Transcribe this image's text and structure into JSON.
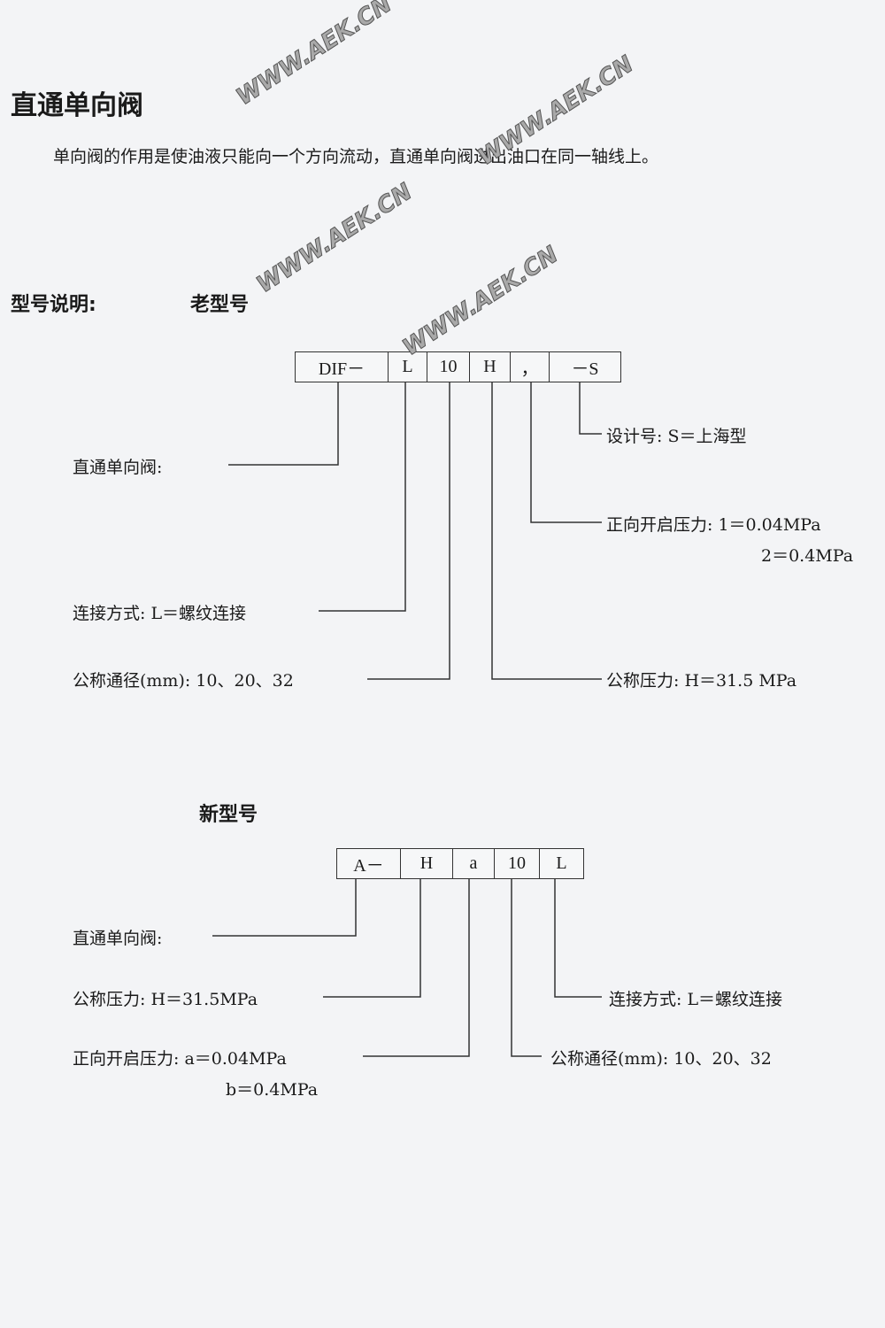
{
  "title": "直通单向阀",
  "intro": "单向阀的作用是使油液只能向一个方向流动，直通单向阀进出油口在同一轴线上。",
  "model_heading": "型号说明:",
  "old": {
    "heading": "老型号",
    "boxes": [
      "DIF－",
      "L",
      "10",
      "H",
      "，",
      "－S"
    ],
    "labels": {
      "valve": "直通单向阀:",
      "design": "设计号: S＝上海型",
      "crack1": "正向开启压力: 1＝0.04MPa",
      "crack2": "2＝0.4MPa",
      "connection": "连接方式: L＝螺纹连接",
      "diameter": "公称通径(mm): 10、20、32",
      "pressure": "公称压力: H＝31.5 MPa"
    }
  },
  "new": {
    "heading": "新型号",
    "boxes": [
      "A－",
      "H",
      "a",
      "10",
      "L"
    ],
    "labels": {
      "valve": "直通单向阀:",
      "pressure": "公称压力: H＝31.5MPa",
      "connection": "连接方式: L＝螺纹连接",
      "crack1": "正向开启压力: a＝0.04MPa",
      "crack2": "b＝0.4MPa",
      "diameter": "公称通径(mm): 10、20、32"
    }
  },
  "watermark": "WWW.AEK.CN"
}
